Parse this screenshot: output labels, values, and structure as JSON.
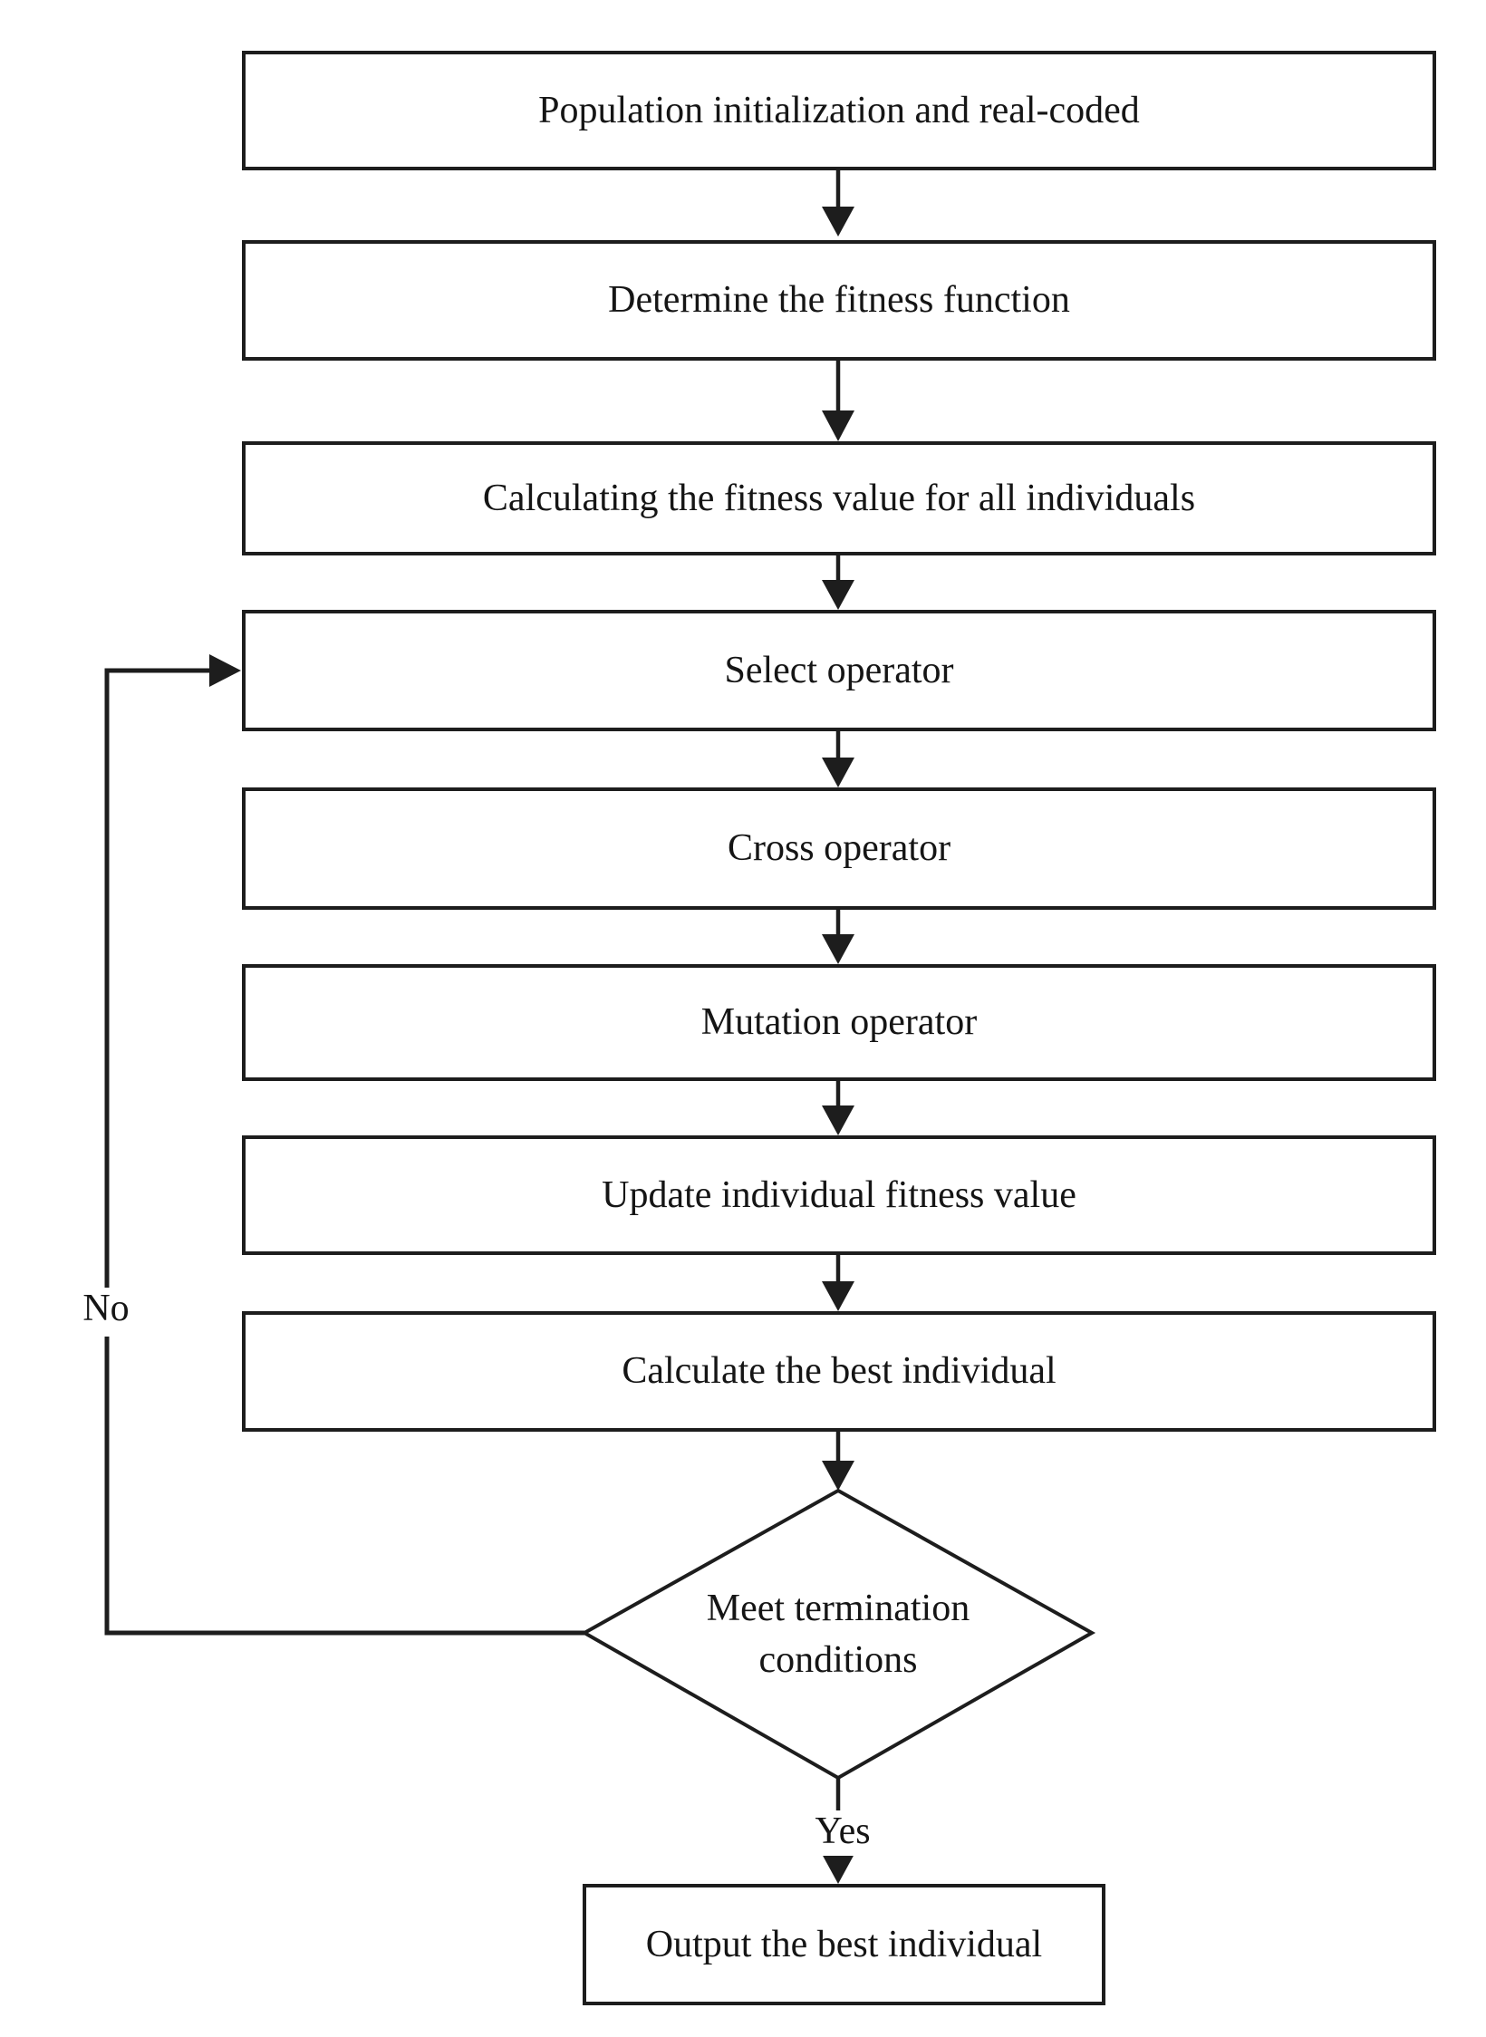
{
  "flow": {
    "steps": [
      {
        "label": "Population initialization and real-coded"
      },
      {
        "label": "Determine the fitness function"
      },
      {
        "label": "Calculating the fitness value for all individuals"
      },
      {
        "label": "Select operator"
      },
      {
        "label": "Cross operator"
      },
      {
        "label": "Mutation operator"
      },
      {
        "label": "Update individual fitness value"
      },
      {
        "label": "Calculate the best individual"
      }
    ],
    "decision": {
      "label": "Meet termination conditions"
    },
    "terminal": {
      "label": "Output the best individual"
    },
    "branch_labels": {
      "yes": "Yes",
      "no": "No"
    },
    "colors": {
      "ink": "#1d1d1d",
      "background": "#ffffff"
    }
  }
}
